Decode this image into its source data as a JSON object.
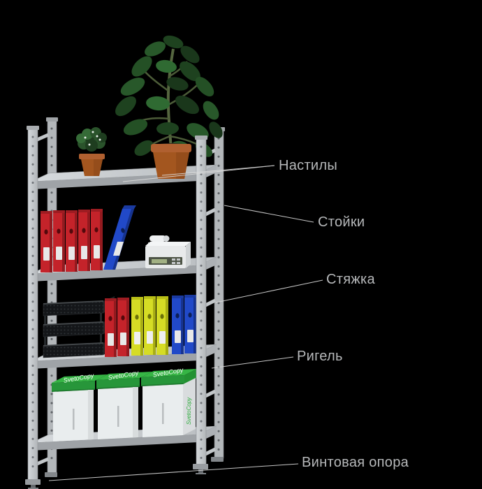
{
  "labels": {
    "decking": "Настилы",
    "uprights": "Стойки",
    "tie": "Стяжка",
    "beam": "Ригель",
    "screw_foot": "Винтовая опора"
  },
  "box_brand": "SvetoCopy",
  "colors": {
    "background": "#000000",
    "label_text": "#b6b8ba",
    "leader_line": "#dcdcdc",
    "metal_light": "#cdd1d4",
    "metal_dark": "#b3b7ba",
    "binder_red": "#c4232a",
    "binder_blue": "#2149c8",
    "binder_yellow": "#d6dc25",
    "box_green": "#2fae3e",
    "pot_terracotta": "#a3561f",
    "foliage_green": "#265426"
  }
}
